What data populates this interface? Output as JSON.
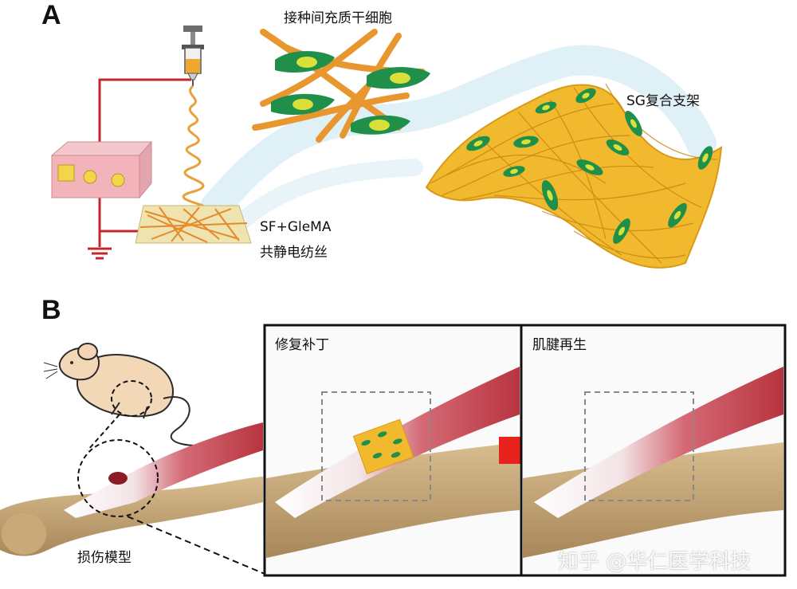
{
  "panel_a": {
    "letter": "A",
    "label_stem_cells": "接种间充质干细胞",
    "label_composite": "SG复合支架",
    "label_material": "SF+GleMA",
    "label_method": "共静电纺丝"
  },
  "panel_b": {
    "letter": "B",
    "label_injury": "损伤模型",
    "label_patch": "修复补丁",
    "label_regen": "肌腱再生"
  },
  "watermark": "知乎 @华仁医学科技",
  "colors": {
    "fiber": "#e8a13a",
    "cell": "#1f8f4a",
    "nucleus": "#d9e03a",
    "muscle": "#c8505d",
    "bone": "#c9a978",
    "arrow": "#e8231e",
    "wire": "#c0282d"
  }
}
